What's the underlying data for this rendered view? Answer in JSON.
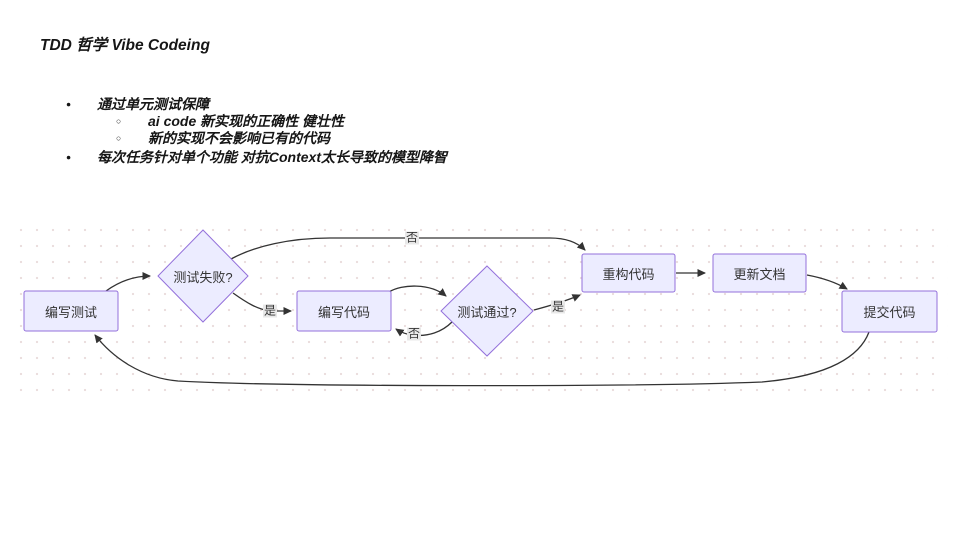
{
  "page": {
    "title": "TDD 哲学 Vibe Codeing"
  },
  "notes": {
    "bullet_glyphs": {
      "level1": "●",
      "level2": "○"
    },
    "items": [
      {
        "level": 1,
        "text": "通过单元测试保障"
      },
      {
        "level": 2,
        "text": "ai code 新实现的正确性 健壮性"
      },
      {
        "level": 2,
        "text": "新的实现不会影响已有的代码"
      },
      {
        "level": 1,
        "text": "每次任务针对单个功能 对抗Context太长导致的模型降智"
      }
    ]
  },
  "flowchart": {
    "nodes": {
      "write_test": "编写测试",
      "test_fail": "测试失败?",
      "write_code": "编写代码",
      "test_pass": "测试通过?",
      "refactor": "重构代码",
      "update_docs": "更新文档",
      "commit": "提交代码"
    },
    "edge_labels": {
      "fail_no": "否",
      "fail_yes": "是",
      "pass_no": "否",
      "pass_yes": "是"
    },
    "colors": {
      "node_fill": "#ECECFF",
      "node_border": "#9370DB",
      "edge": "#333333",
      "edge_label_bg": "#E8E8E8",
      "grid_dot": "#EBDEDE"
    }
  }
}
